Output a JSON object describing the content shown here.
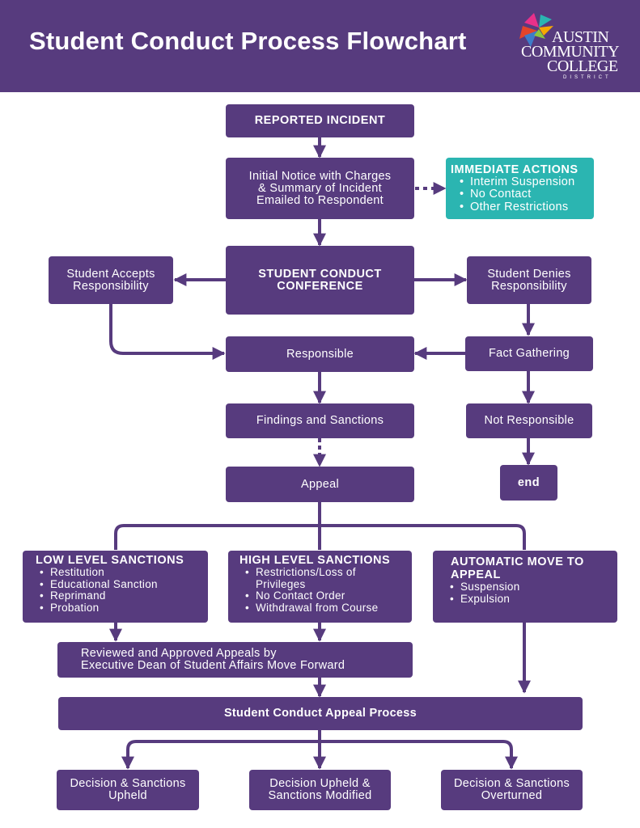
{
  "header": {
    "title": "Student Conduct Process Flowchart",
    "logo_lines": [
      "AUSTIN",
      "COMMUNITY",
      "COLLEGE",
      "DISTRICT"
    ]
  },
  "colors": {
    "primary": "#573b7e",
    "accent_teal": "#2bb5b1",
    "background": "#ffffff",
    "text_on_box": "#ffffff"
  },
  "nodes": {
    "reported_incident": "REPORTED INCIDENT",
    "initial_notice": [
      "Initial Notice with Charges",
      "& Summary of Incident",
      "Emailed to Respondent"
    ],
    "immediate_actions": {
      "heading": "IMMEDIATE ACTIONS",
      "items": [
        "Interim Suspension",
        "No Contact",
        "Other Restrictions"
      ]
    },
    "conference": [
      "STUDENT CONDUCT",
      "CONFERENCE"
    ],
    "accepts": [
      "Student Accepts",
      "Responsibility"
    ],
    "denies": [
      "Student Denies",
      "Responsibility"
    ],
    "responsible": "Responsible",
    "fact_gathering": "Fact Gathering",
    "findings": "Findings and Sanctions",
    "not_responsible": "Not Responsible",
    "appeal": "Appeal",
    "end": "end",
    "low_level": {
      "heading": "LOW LEVEL SANCTIONS",
      "items": [
        "Restitution",
        "Educational Sanction",
        "Reprimand",
        "Probation"
      ]
    },
    "high_level": {
      "heading": "HIGH LEVEL SANCTIONS",
      "items": [
        "Restrictions/Loss of Privileges",
        "No Contact Order",
        "Withdrawal from Course"
      ]
    },
    "automatic": {
      "heading": [
        "AUTOMATIC MOVE TO",
        "APPEAL"
      ],
      "items": [
        "Suspension",
        "Expulsion"
      ]
    },
    "reviewed": [
      "Reviewed and Approved Appeals by",
      "Executive Dean of Student Affairs Move Forward"
    ],
    "appeal_process": "Student Conduct Appeal Process",
    "decision_upheld": [
      "Decision & Sanctions",
      "Upheld"
    ],
    "decision_modified": [
      "Decision Upheld &",
      "Sanctions Modified"
    ],
    "decision_overturned": [
      "Decision & Sanctions",
      "Overturned"
    ]
  }
}
